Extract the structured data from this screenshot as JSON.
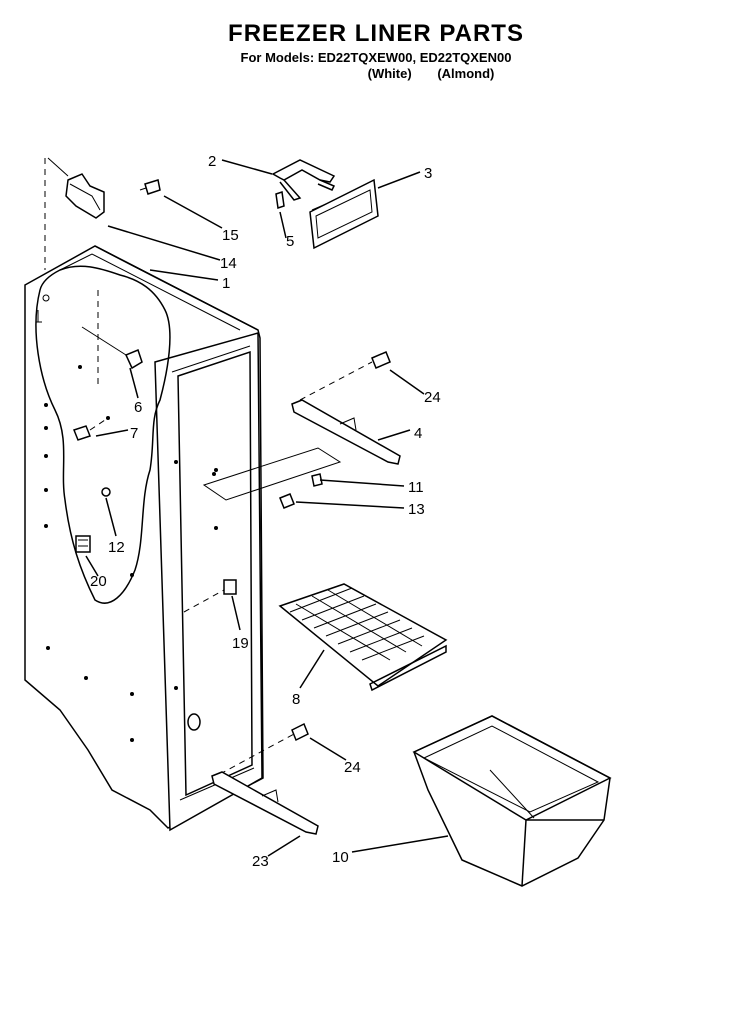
{
  "header": {
    "title": "FREEZER LINER PARTS",
    "models": "For Models: ED22TQXEW00, ED22TQXEN00",
    "variant_white": "(White)",
    "variant_almond": "(Almond)"
  },
  "callouts": [
    {
      "id": "c2",
      "num": "2",
      "part": "part-2"
    },
    {
      "id": "c3",
      "num": "3",
      "part": "part-3"
    },
    {
      "id": "c5",
      "num": "5",
      "part": "part-5"
    },
    {
      "id": "c15",
      "num": "15",
      "part": "part-15"
    },
    {
      "id": "c14",
      "num": "14",
      "part": "part-14"
    },
    {
      "id": "c1",
      "num": "1",
      "part": "part-1"
    },
    {
      "id": "c24a",
      "num": "24",
      "part": "part-24-upper"
    },
    {
      "id": "c4",
      "num": "4",
      "part": "part-4"
    },
    {
      "id": "c6",
      "num": "6",
      "part": "part-6"
    },
    {
      "id": "c7",
      "num": "7",
      "part": "part-7"
    },
    {
      "id": "c11",
      "num": "11",
      "part": "part-11"
    },
    {
      "id": "c13",
      "num": "13",
      "part": "part-13"
    },
    {
      "id": "c12",
      "num": "12",
      "part": "part-12"
    },
    {
      "id": "c20",
      "num": "20",
      "part": "part-20"
    },
    {
      "id": "c19",
      "num": "19",
      "part": "part-19"
    },
    {
      "id": "c8",
      "num": "8",
      "part": "part-8"
    },
    {
      "id": "c24b",
      "num": "24",
      "part": "part-24-lower"
    },
    {
      "id": "c23",
      "num": "23",
      "part": "part-23"
    },
    {
      "id": "c10",
      "num": "10",
      "part": "part-10"
    }
  ]
}
